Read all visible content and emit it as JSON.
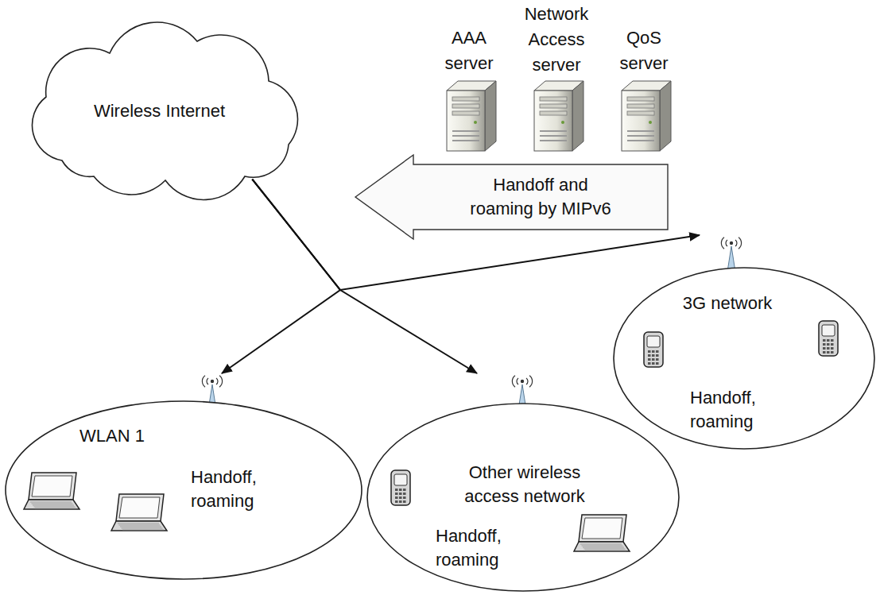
{
  "diagram": {
    "nodes": [
      {
        "text": [
          "Wireless Internet"
        ]
      },
      {
        "text": [
          "Handoff and roaming by MIPv6"
        ]
      },
      {
        "text": [
          "3G network",
          "Handoff, roaming"
        ]
      },
      {
        "text": [
          "WLAN 1",
          "Handoff, roaming"
        ]
      },
      {
        "text": [
          "Other wireless access network",
          "Handoff, roaming"
        ]
      }
    ],
    "edges": [
      {
        "from": 0,
        "to": 2,
        "arrow": "to"
      },
      {
        "from": 0,
        "to": 3,
        "arrow": "to"
      },
      {
        "from": 0,
        "to": 4,
        "arrow": "to"
      }
    ],
    "labels": [
      "AAA server",
      "Network Access server",
      "QoS server"
    ]
  }
}
